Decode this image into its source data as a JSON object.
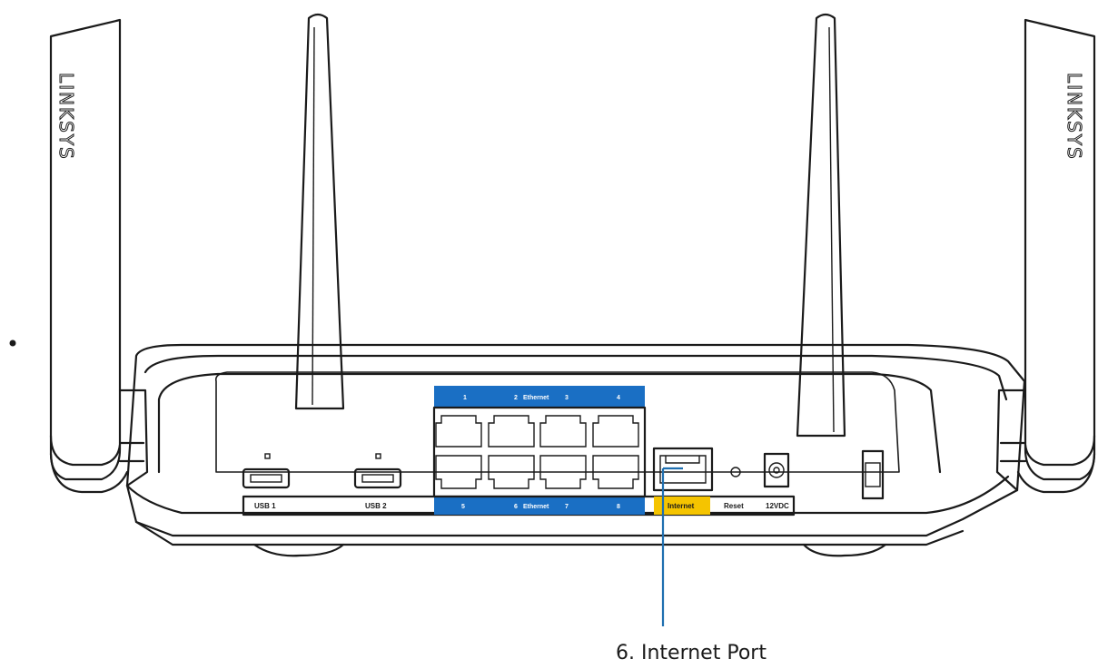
{
  "brand": {
    "left": "LINKSYS",
    "right": "LINKSYS"
  },
  "ports": {
    "usb1": "USB 1",
    "usb2": "USB 2",
    "ethernet_top": {
      "n1": "1",
      "n2": "2",
      "label": "Ethernet",
      "n3": "3",
      "n4": "4"
    },
    "ethernet_bottom": {
      "n5": "5",
      "n6": "6",
      "label": "Ethernet",
      "n7": "7",
      "n8": "8"
    },
    "internet": "Internet",
    "reset": "Reset",
    "power": "12VDC"
  },
  "callout": {
    "text": "6. Internet Port"
  },
  "colors": {
    "ethernet_blue": "#1a6fc4",
    "internet_yellow": "#f5c400",
    "callout_line": "#1f6fb0",
    "line": "#1a1a1a"
  }
}
